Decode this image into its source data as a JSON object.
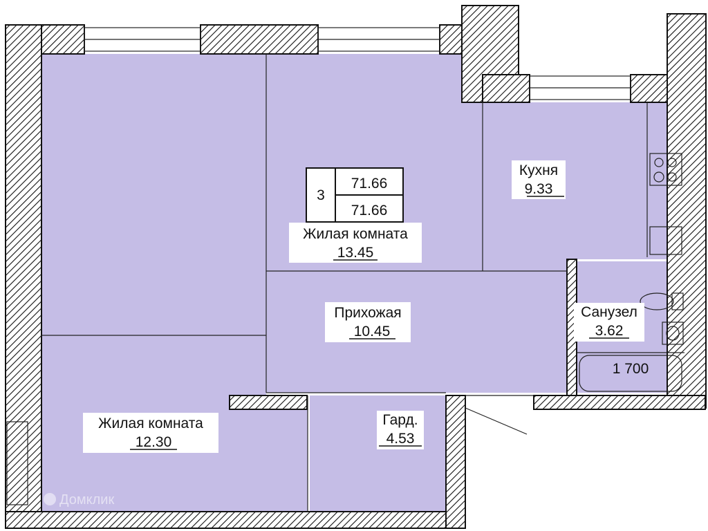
{
  "apartment": {
    "rooms_count": "3",
    "total_area": "71.66",
    "living_area": "71.66"
  },
  "rooms": [
    {
      "id": "living-room-top",
      "name": "Жилая комната",
      "area": "13.45"
    },
    {
      "id": "kitchen",
      "name": "Кухня",
      "area": "9.33"
    },
    {
      "id": "hallway",
      "name": "Прихожая",
      "area": "10.45"
    },
    {
      "id": "bathroom",
      "name": "Санузел",
      "area": "3.62"
    },
    {
      "id": "living-room-bottom",
      "name": "Жилая комната",
      "area": "12.30"
    },
    {
      "id": "wardrobe",
      "name": "Гард.",
      "area": "4.53"
    }
  ],
  "bathtub_dimension": "1 700",
  "watermark": "Домклик",
  "colors": {
    "room_fill": "#c5bde6",
    "wall": "#111111",
    "background": "#ffffff"
  }
}
